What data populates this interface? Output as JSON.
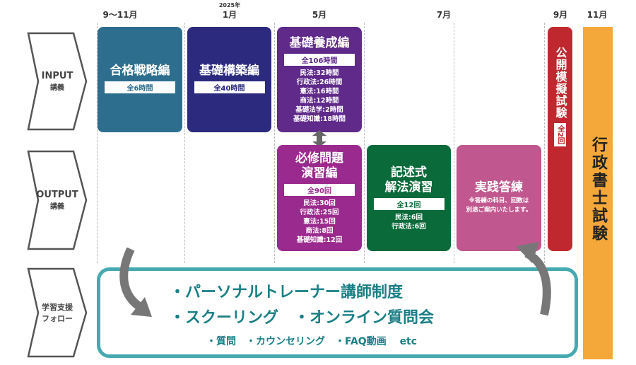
{
  "timeline": {
    "m1": "9〜11月",
    "year": "2025年",
    "m2": "1月",
    "m3": "5月",
    "m4": "7月",
    "m5": "9月",
    "m6": "11月"
  },
  "rows": {
    "input": {
      "en": "INPUT",
      "jp": "講義"
    },
    "output": {
      "en": "OUTPUT",
      "jp": "講義"
    },
    "follow": {
      "l1": "学習支援",
      "l2": "フォロー"
    }
  },
  "input": [
    {
      "title": "合格戦略編",
      "badge": "全6時間",
      "color": "#2d6e8e"
    },
    {
      "title": "基礎構築編",
      "badge": "全40時間",
      "color": "#2b2a7e"
    },
    {
      "title": "基礎養成編",
      "badge": "全106時間",
      "color": "#5f2a8a",
      "details": [
        "民法:32時間",
        "行政法:26時間",
        "憲法:16時間",
        "商法:12時間",
        "基礎法学:2時間",
        "基礎知識:18時間"
      ]
    }
  ],
  "output": [
    {
      "title1": "必修問題",
      "title2": "演習編",
      "badge": "全90回",
      "color": "#9b2a8e",
      "details": [
        "民法:30回",
        "行政法:25回",
        "憲法:15回",
        "商法:8回",
        "基礎知識:12回"
      ]
    },
    {
      "title1": "記述式",
      "title2": "解法演習",
      "badge": "全12回",
      "color": "#0a6a3a",
      "details": [
        "民法:6回",
        "行政法:6回"
      ]
    },
    {
      "title": "実践答練",
      "note1": "※答練の科目、回数は",
      "note2": "別途ご案内いたします。",
      "color": "#c0578e"
    }
  ],
  "mock": {
    "title": "公開模擬試験",
    "badge": "全2回",
    "color": "#c0282f"
  },
  "exam": {
    "title": "行政書士試験",
    "color": "#f5a83a"
  },
  "follow": {
    "line1": "・パーソナルトレーナー講師制度",
    "line2": "・スクーリング　・オンライン質問会",
    "line3": "・質問　・カウンセリング　・FAQ動画　 etc",
    "color": "#45aab0"
  }
}
